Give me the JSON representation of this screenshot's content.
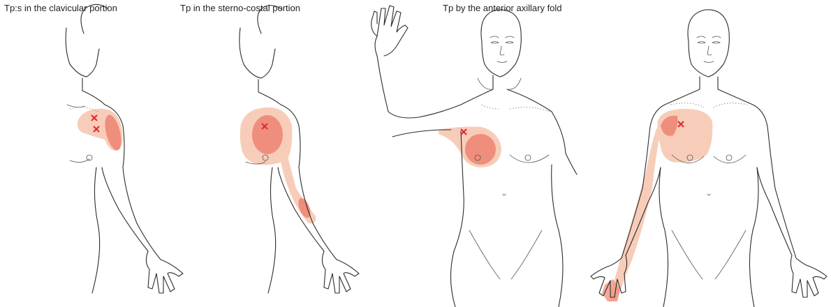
{
  "captions": [
    "Tp:s in the clavicular portion",
    "Tp in the sterno-costal portion",
    "Tp by the anterior axillary fold"
  ],
  "colors": {
    "referral_light": "#f7cdb9",
    "referral_dark": "#ef8e7c",
    "trigger_point_mark": "#e3262f",
    "outline": "#2b2b2b"
  },
  "figures": [
    {
      "caption_index": 0,
      "trigger_points": 2,
      "arm_pose": "right arm hanging"
    },
    {
      "caption_index": 1,
      "trigger_points": 1,
      "arm_pose": "right arm hanging"
    },
    {
      "caption_index": 2,
      "trigger_points": 1,
      "arm_pose": "right arm raised"
    },
    {
      "caption_index": null,
      "trigger_points": 1,
      "arm_pose": "both arms hanging"
    }
  ]
}
